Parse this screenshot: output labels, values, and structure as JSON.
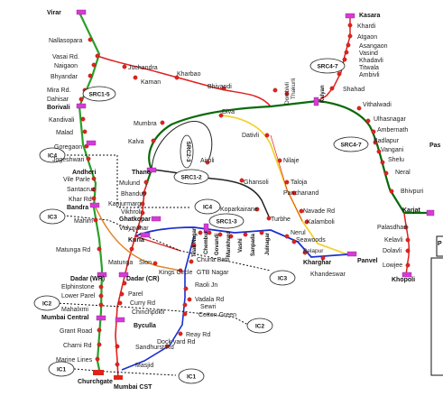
{
  "title": "",
  "colors": {
    "western": "#2aa02a",
    "central": "#0a6a0a",
    "harbour": "#e02020",
    "transharbour": "#222222",
    "yellow": "#f2d232",
    "orange": "#e0882a",
    "blue": "#1a2fd0",
    "dotted": "#111111",
    "station": "#e0241b",
    "junction": "#d63bd6"
  },
  "stations": {
    "virar": "Virar",
    "nallasopara": "Nallasopara",
    "vasai": "Vasai Rd.",
    "naigaon": "Naigaon",
    "bhayandar": "Bhyandar",
    "mira": "Mira Rd.",
    "dahisar": "Dahisar",
    "borivali": "Borivali",
    "kandivali": "Kandivali",
    "malad": "Malad",
    "goregaon": "Goregaon",
    "jogeshwari": "Jogeshwari",
    "andheri": "Andheri",
    "vileparle": "Vile Parle",
    "santacruz": "Santacruz",
    "khar": "Khar Rd",
    "bandra": "Bandra",
    "mahim": "Mahim",
    "matunga_rd": "Matunga Rd",
    "dadar_wr": "Dadar (WR)",
    "dadar_cr": "Dadar (CR)",
    "elphinstone": "Elphinstone",
    "lower_parel": "Lower Parel",
    "mahalaxmi": "Mahalxmi",
    "mumbai_central": "Mumbai Central",
    "grant_road": "Grant Road",
    "charni_rd": "Charni Rd",
    "marine_lines": "Marine Lines",
    "churchgate": "Churchgate",
    "juchandra": "Juchandra",
    "kaman": "Kaman",
    "kharbao": "Kharbao",
    "bhivandi": "Bhivandi",
    "kasara": "Kasara",
    "khardi": "Khardi",
    "atgaon": "Atgaon",
    "asangaon": "Asangaon",
    "vasind": "Vasind",
    "khadavli": "Khadavli",
    "titwala": "Titwala",
    "ambivli": "Ambivli",
    "shahad": "Shahad",
    "kalyan": "Kalyan",
    "dombivli": "Dombivli",
    "thakurli": "Thakurli",
    "vithalwadi": "Vithalwadi",
    "ulhasnagar": "Ulhasnagar",
    "ambernath": "Ambernath",
    "badlapur": "Badlapur",
    "vangani": "Vangani",
    "shelu": "Shelu",
    "neral": "Neral",
    "bhivpuri": "Bhivpuri",
    "karjat": "Karjat",
    "palasdhari": "Palasdhari",
    "kelavli": "Kelavli",
    "dolavli": "Dolavli",
    "lowjee": "Lowjee",
    "khopoli": "Khopoli",
    "mumbra": "Mumbra",
    "diva": "Diva",
    "kalva": "Kalva",
    "dativli": "Dativli",
    "nilaje": "Nilaje",
    "taloja": "Taloja",
    "panchanand": "Panchanand",
    "navade": "Navade Rd",
    "kalamboli": "Kalamboli",
    "panvel": "Panvel",
    "thane": "Thane",
    "airoli": "Airoli",
    "ghansoli": "Ghansoli",
    "koparkhairane": "Koparkairane",
    "turbhe": "Turbhe",
    "mulund": "Mulund",
    "bhandup": "Bhandup",
    "kanjurmarg": "Kanjurmarg",
    "vikhroli": "Vikhroli",
    "ghatkopar": "Ghatkopar",
    "vidyavihar": "Vidyavihar",
    "kurla": "Kurla",
    "sion": "Sion",
    "matunga": "Matunga",
    "kings_circle": "Kings Circle",
    "gtb_nagar": "GTB Nagar",
    "chunabatti": "Chuna Batti",
    "raoli": "Raoli Jn",
    "parel": "Parel",
    "curry_rd": "Curry Rd",
    "chinchpokli": "Chinchpokli",
    "byculla": "Byculla",
    "sandhurst": "Sandhurst Rd",
    "masjid": "Masjid",
    "mumbai_cst": "Mumbai CST",
    "vadala": "Vadala Rd",
    "sewri": "Sewri",
    "cotton_green": "Cotton Green",
    "reay_rd": "Reay Rd",
    "dockyard": "Dock yard Rd",
    "nerul": "Nerul",
    "seawoods": "Seawoods",
    "belapur": "Belapur",
    "kharghar": "Kharghar",
    "khandeshwar": "Khandeswar",
    "tilak_nagar": "Tilak Nagar",
    "chembur": "Chembur",
    "govandi": "Govandi",
    "mankhurd": "Mankhurd",
    "vashi": "Vashi",
    "sanpada": "Sanpada",
    "juinagar": "Juinagar",
    "pas": "Pas"
  },
  "zones": {
    "src1_5": "SRC1-5",
    "src4_7a": "SRC4-7",
    "src4_7b": "SRC4-7",
    "src1_2": "SRC1-2",
    "src2_3": "SRC2-3",
    "src1_3": "SRC1-3",
    "ic4a": "IC4",
    "ic4b": "IC4",
    "ic3a": "IC3",
    "ic3b": "IC3",
    "ic2a": "IC2",
    "ic2b": "IC2",
    "ic1a": "IC1",
    "ic1b": "IC1"
  },
  "legend_stub": {
    "p": "P"
  }
}
